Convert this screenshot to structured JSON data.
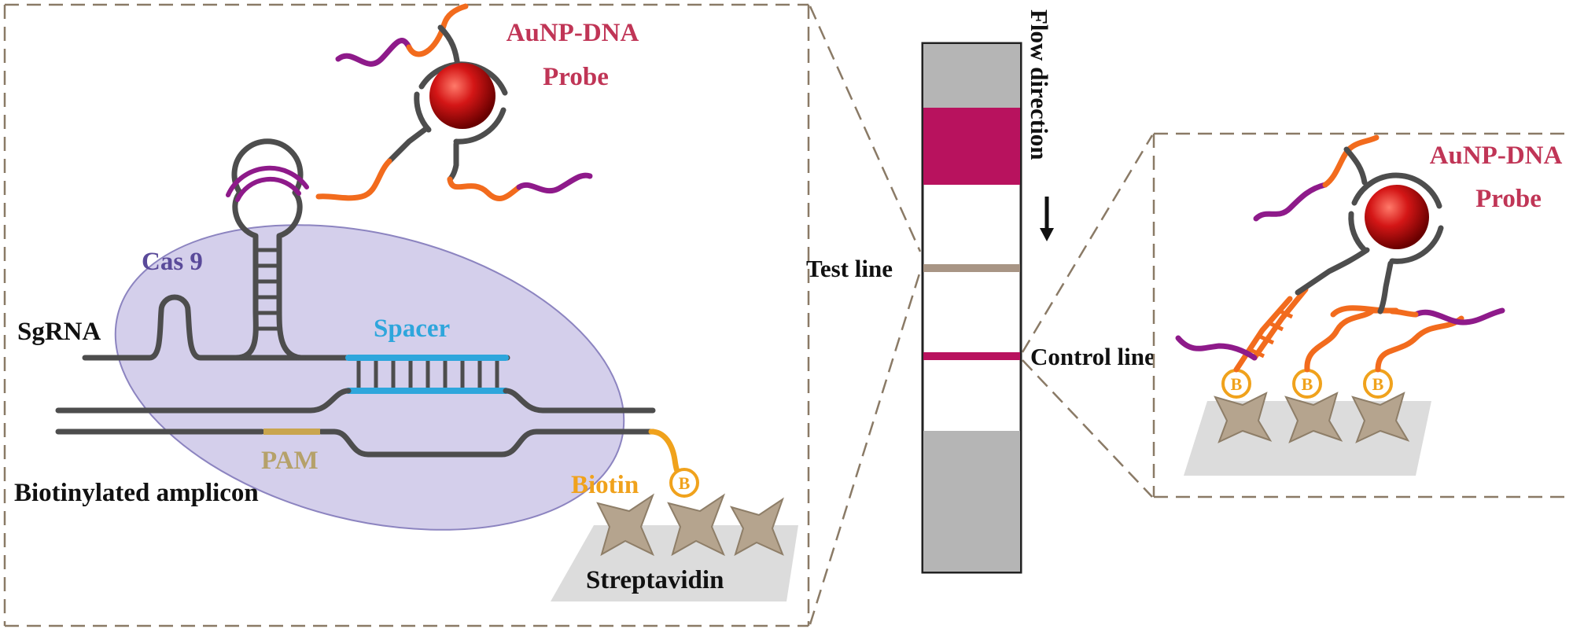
{
  "left_panel": {
    "probe_label_line1": "AuNP-DNA",
    "probe_label_line2": "Probe",
    "cas9_label": "Cas 9",
    "sgrna_label": "SgRNA",
    "spacer_label": "Spacer",
    "pam_label": "PAM",
    "amplicon_label": "Biotinylated amplicon",
    "biotin_label": "Biotin",
    "biotin_symbol": "B",
    "streptavidin_label": "Streptavidin"
  },
  "strip": {
    "flow_label": "Flow direction",
    "test_line_label": "Test line",
    "control_line_label": "Control line"
  },
  "right_panel": {
    "probe_label_line1": "AuNP-DNA",
    "probe_label_line2": "Probe",
    "biotin_symbol": "B"
  },
  "colors": {
    "probe_text": "#c03556",
    "cas9_text": "#5a4a9a",
    "spacer": "#2ea6dc",
    "pam": "#b5a16a",
    "biotin": "#f0a21c",
    "orange_dna": "#f26b1d",
    "purple_dna": "#8e1a8a",
    "strand": "#4d4d4d",
    "cas9_fill": "#c9c3e6",
    "gold_np": "#d01818",
    "strip_gray": "#b5b5b5",
    "strip_magenta": "#b8125e",
    "test_line": "#a89585",
    "control_line": "#b8125e",
    "streptavidin": "#b5a48e"
  }
}
